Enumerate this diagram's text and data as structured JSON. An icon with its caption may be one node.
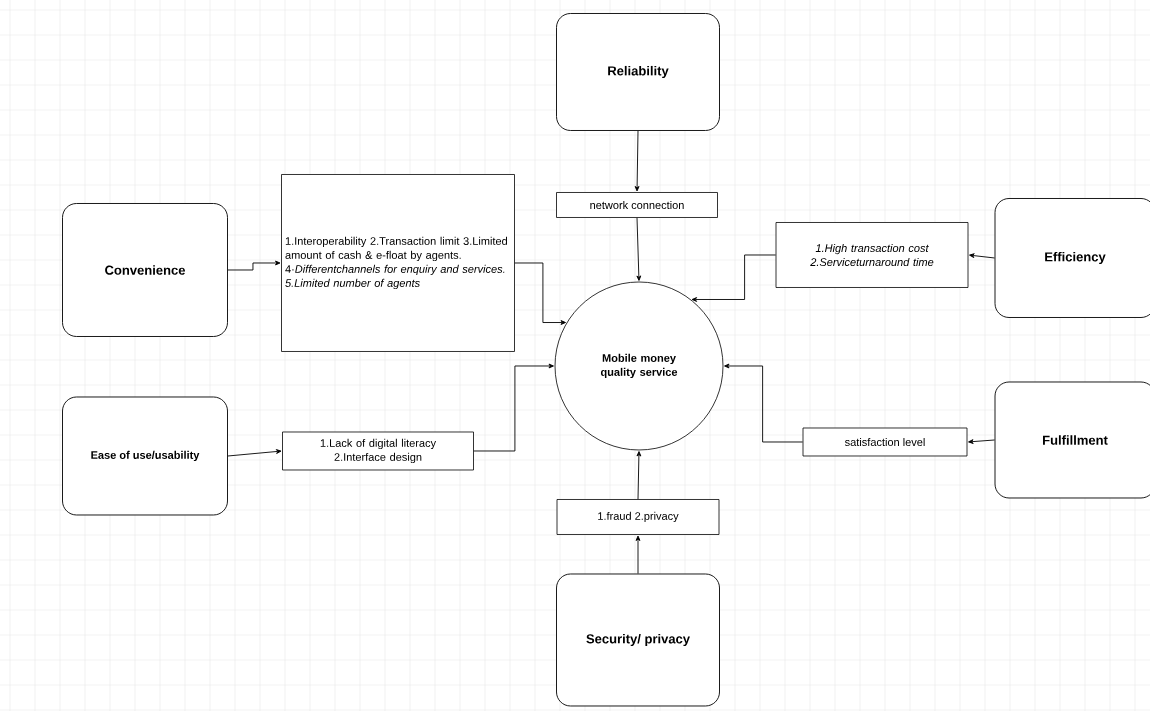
{
  "diagram": {
    "nodes": [
      {
        "text": [
          "Reliability"
        ]
      },
      {
        "text": [
          "network connection"
        ]
      },
      {
        "text": [
          "Convenience"
        ]
      },
      {
        "text": [
          "1.Interoperability 2.Transaction limit 3.Limited amount of cash & e-float by agents. 4·*Differentchannels for enquiry and services. 5.Limited number of agents*"
        ]
      },
      {
        "text": [
          "Efficiency"
        ]
      },
      {
        "text": [
          "1.High transaction cost 2.Serviceturnaround time"
        ]
      },
      {
        "text": [
          "Mobile money quality service"
        ]
      },
      {
        "text": [
          "Ease of use/usability"
        ]
      },
      {
        "text": [
          "1.Lack of digital literacy 2.Interface design"
        ]
      },
      {
        "text": [
          "Fulfillment"
        ]
      },
      {
        "text": [
          "satisfaction level"
        ]
      },
      {
        "text": [
          "1.fraud 2.privacy"
        ]
      },
      {
        "text": [
          "Security/ privacy"
        ]
      }
    ],
    "edges": [
      {
        "from": 0,
        "to": 1,
        "arrow": "to"
      },
      {
        "from": 1,
        "to": 6,
        "arrow": "to"
      },
      {
        "from": 2,
        "to": 3,
        "arrow": "to"
      },
      {
        "from": 3,
        "to": 6,
        "arrow": "to"
      },
      {
        "from": 4,
        "to": 5,
        "arrow": "to"
      },
      {
        "from": 5,
        "to": 6,
        "arrow": "to"
      },
      {
        "from": 7,
        "to": 8,
        "arrow": "to"
      },
      {
        "from": 8,
        "to": 6,
        "arrow": "to"
      },
      {
        "from": 9,
        "to": 10,
        "arrow": "to"
      },
      {
        "from": 10,
        "to": 6,
        "arrow": "to"
      },
      {
        "from": 12,
        "to": 11,
        "arrow": "to"
      },
      {
        "from": 11,
        "to": 6,
        "arrow": "to"
      }
    ]
  }
}
